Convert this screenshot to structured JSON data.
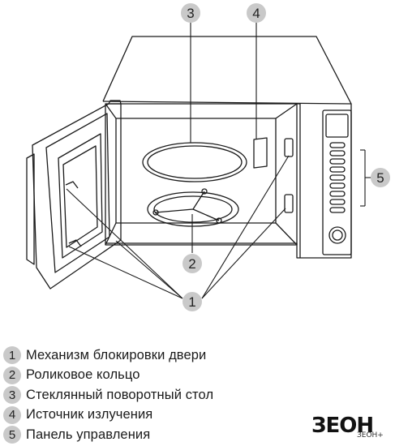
{
  "callouts": [
    "3",
    "4",
    "5",
    "2",
    "1"
  ],
  "legend": [
    {
      "num": "1",
      "text": "Механизм блокировки двери"
    },
    {
      "num": "2",
      "text": "Роликовое кольцо"
    },
    {
      "num": "3",
      "text": "Стеклянный поворотный стол"
    },
    {
      "num": "4",
      "text": "Источник излучения"
    },
    {
      "num": "5",
      "text": "Панель управления"
    }
  ],
  "logo": {
    "main": "ЗEOН",
    "sub": "ЗEOH+"
  },
  "colors": {
    "callout_fill": "#c9c9c9",
    "line": "#1a1a1a"
  }
}
